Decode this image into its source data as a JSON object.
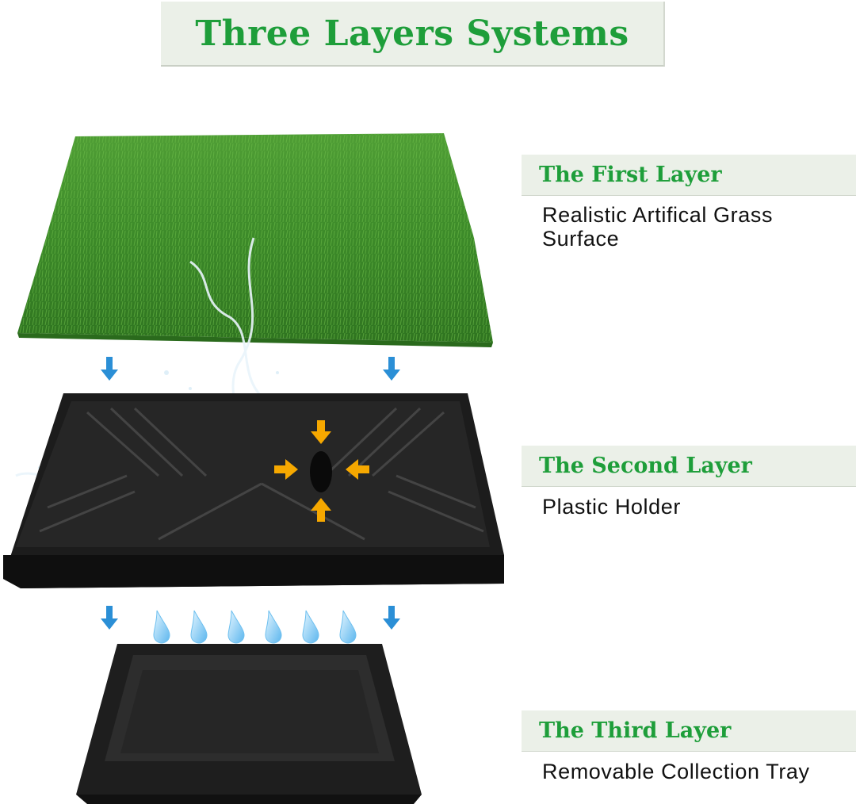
{
  "title": "Three Layers Systems",
  "layers": [
    {
      "header": "The First Layer",
      "description": "Realistic Artifical Grass Surface"
    },
    {
      "header": "The Second Layer",
      "description": "Plastic Holder"
    },
    {
      "header": "The Third Layer",
      "description": "Removable Collection Tray"
    }
  ],
  "colors": {
    "title_green": "#1e9e3a",
    "header_bg": "#ebf0e8",
    "grass": "#3f8f2c",
    "arrow_blue": "#2b8fd6",
    "arrow_orange": "#f6a800",
    "tray_black": "#1a1a1a"
  },
  "icons": [
    "grass-mat-image",
    "plastic-holder-image",
    "collection-tray-image",
    "down-arrow-icon",
    "water-drop-icon",
    "inward-arrow-icon"
  ]
}
